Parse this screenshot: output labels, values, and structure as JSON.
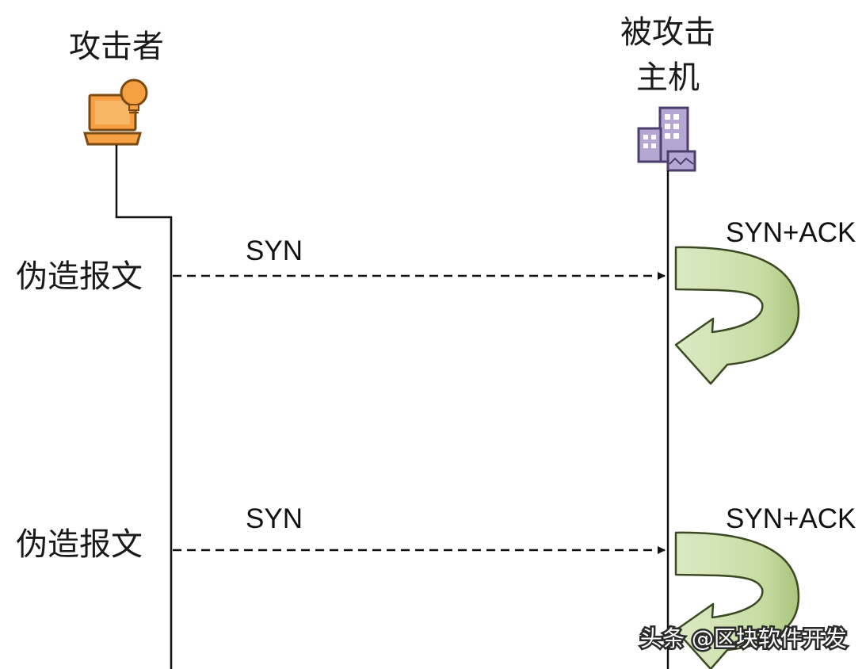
{
  "actors": {
    "attacker": {
      "label": "攻击者",
      "icon": "laptop-with-lightbulb-icon"
    },
    "victim": {
      "label_line1": "被攻击",
      "label_line2": "主机",
      "icon": "server-building-icon"
    }
  },
  "messages": [
    {
      "left_label": "伪造报文",
      "packet": "SYN",
      "reply": "SYN+ACK"
    },
    {
      "left_label": "伪造报文",
      "packet": "SYN",
      "reply": "SYN+ACK"
    }
  ],
  "watermark": {
    "text": "头条 @区块软件开发"
  },
  "colors": {
    "laptop": "#F5A042",
    "laptop_outline": "#7A4A12",
    "building": "#B6A6D3",
    "building_outline": "#4B3F6B",
    "reply_arrow_fill": "#D3E3B6",
    "reply_arrow_outline": "#3B4A24",
    "line": "#111111"
  }
}
